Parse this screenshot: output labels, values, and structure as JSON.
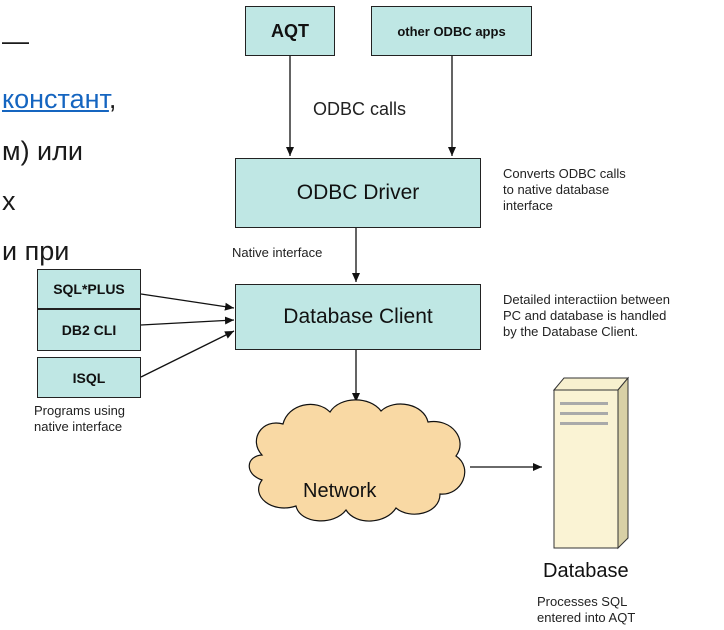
{
  "background_text": {
    "line1": "—",
    "link": "констант",
    "comma": ",",
    "line2": "м) или",
    "line3": "х",
    "line4": "и при"
  },
  "boxes": {
    "aqt": "AQT",
    "other_apps": "other ODBC apps",
    "odbc_driver": "ODBC Driver",
    "database_client": "Database Client",
    "sqlplus": "SQL*PLUS",
    "db2cli": "DB2 CLI",
    "isql": "ISQL",
    "network": "Network",
    "database": "Database"
  },
  "labels": {
    "odbc_calls": "ODBC calls",
    "native_interface": "Native interface",
    "programs_using_line1": "Programs using",
    "programs_using_line2": "native interface",
    "converts_line1": "Converts ODBC calls",
    "converts_line2": "to native database",
    "converts_line3": "interface",
    "detailed_line1": "Detailed interactiion between",
    "detailed_line2": "PC and database is handled",
    "detailed_line3": "by the Database Client.",
    "processes_line1": "Processes SQL",
    "processes_line2": "entered into AQT"
  },
  "colors": {
    "box_fill": "#bfe7e4",
    "cloud_fill": "#f9d9a4",
    "link": "#1565c0"
  }
}
